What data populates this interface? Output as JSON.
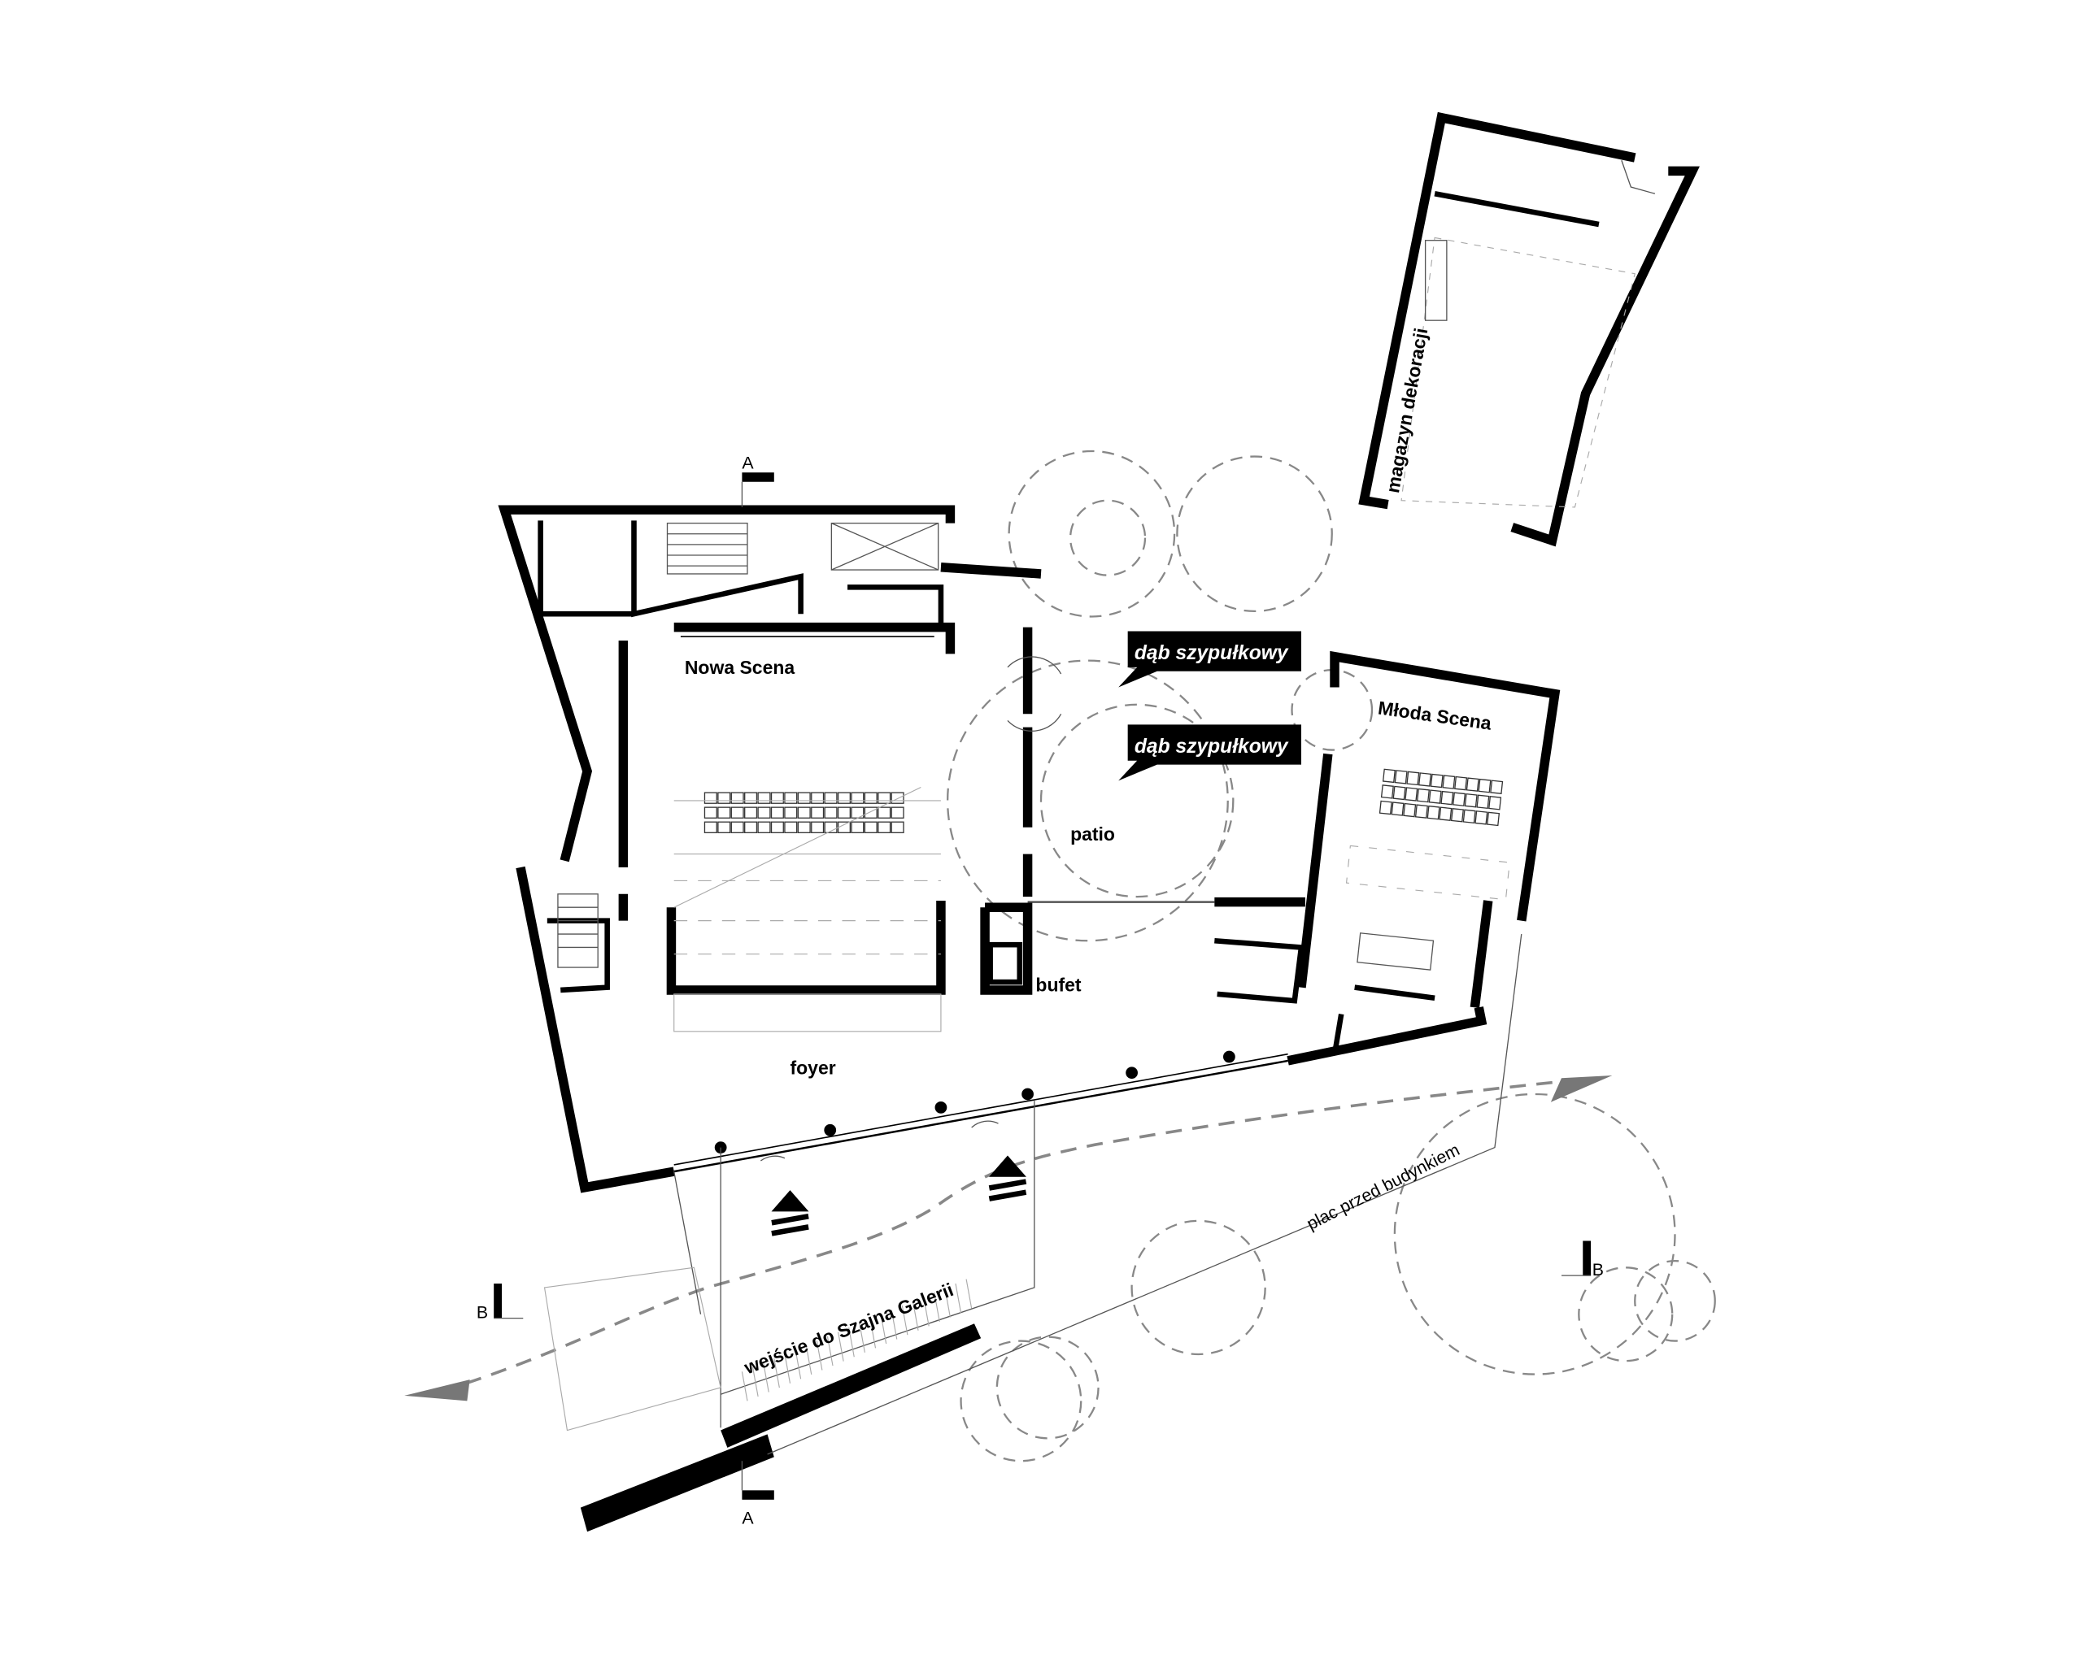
{
  "title": "Floor plan – theatre ground floor",
  "rooms": {
    "nowa_scena": "Nowa Scena",
    "mloda_scena": "Młoda Scena",
    "patio": "patio",
    "bufet": "bufet",
    "foyer": "foyer",
    "magazyn": "magazyn dekoracji"
  },
  "callouts": [
    {
      "label": "dąb szypułkowy"
    },
    {
      "label": "dąb szypułkowy"
    }
  ],
  "outdoor": {
    "gallery_entrance": "wejście do Szajna Galerii",
    "square": "plac przed budynkiem"
  },
  "sections": {
    "a_top": "A",
    "a_bottom": "A",
    "b_left": "B",
    "b_right": "B"
  },
  "colors": {
    "wall": "#000000",
    "dashed": "#888888",
    "callout_bg": "#000000",
    "callout_text": "#ffffff"
  }
}
